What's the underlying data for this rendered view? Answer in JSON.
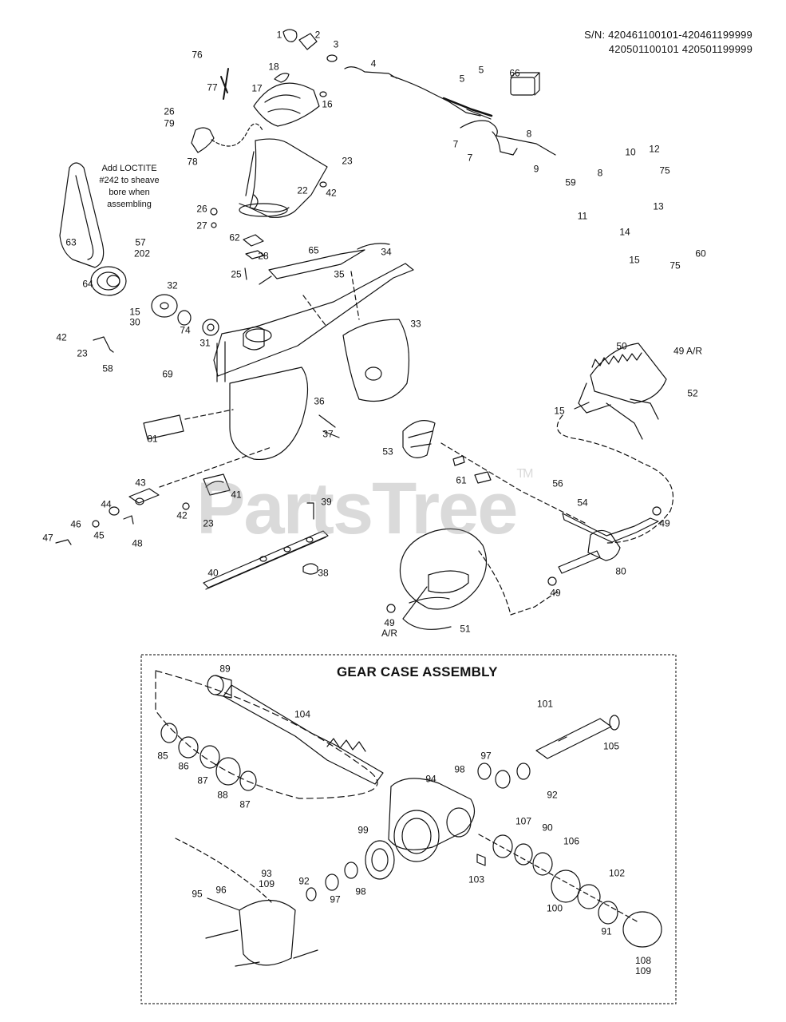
{
  "header": {
    "serial_line1": "S/N: 420461100101-420461199999",
    "serial_line2": "420501100101 420501199999"
  },
  "notes": {
    "loctite_line1": "Add LOCTITE",
    "loctite_line2": "#242 to sheave",
    "loctite_line3": "bore when",
    "loctite_line4": "assembling"
  },
  "gear_case": {
    "title": "GEAR CASE ASSEMBLY"
  },
  "watermark": {
    "text": "PartsTree",
    "tm": "TM"
  },
  "part_labels": {
    "p1": "1",
    "p2": "2",
    "p3": "3",
    "p4": "4",
    "p5a": "5",
    "p5b": "5",
    "p66": "66",
    "p76": "76",
    "p77": "77",
    "p18": "18",
    "p17": "17",
    "p16": "16",
    "p26a": "26",
    "p79": "79",
    "p78": "78",
    "p23a": "23",
    "p22": "22",
    "p42a": "42",
    "p26b": "26",
    "p27": "27",
    "p62": "62",
    "p28": "28",
    "p25": "25",
    "p65": "65",
    "p34": "34",
    "p35": "35",
    "p33": "33",
    "p57": "57",
    "p202": "202",
    "p63": "63",
    "p64": "64",
    "p32": "32",
    "p15a": "15",
    "p30": "30",
    "p74": "74",
    "p31": "31",
    "p42b": "42",
    "p23b": "23",
    "p58": "58",
    "p69": "69",
    "p36": "36",
    "p37": "37",
    "p81": "81",
    "p7a": "7",
    "p7b": "7",
    "p8a": "8",
    "p9": "9",
    "p59": "59",
    "p8b": "8",
    "p10": "10",
    "p12": "12",
    "p75a": "75",
    "p11": "11",
    "p13": "13",
    "p14": "14",
    "p15b": "15",
    "p75b": "75",
    "p60": "60",
    "p50": "50",
    "p49a": "49 A/R",
    "p52": "52",
    "p15c": "15",
    "p53": "53",
    "p61": "61",
    "p56": "56",
    "p54": "54",
    "p49b": "49",
    "p80": "80",
    "p49c": "49",
    "p49d": "49\nA/R",
    "p51": "51",
    "p43": "43",
    "p41": "41",
    "p39": "39",
    "p44": "44",
    "p42c": "42",
    "p23c": "23",
    "p46": "46",
    "p45": "45",
    "p47": "47",
    "p48": "48",
    "p40": "40",
    "p38": "38",
    "p89": "89",
    "p104": "104",
    "p101": "101",
    "p105": "105",
    "p85": "85",
    "p86": "86",
    "p87a": "87",
    "p88": "88",
    "p87b": "87",
    "p98a": "98",
    "p97a": "97",
    "p92a": "92",
    "p94": "94",
    "p99": "99",
    "p107": "107",
    "p90": "90",
    "p106": "106",
    "p93": "93\n109",
    "p92b": "92",
    "p97b": "97",
    "p98b": "98",
    "p103": "103",
    "p100": "100",
    "p102": "102",
    "p95": "95",
    "p96": "96",
    "p91": "91",
    "p108": "108\n109"
  }
}
